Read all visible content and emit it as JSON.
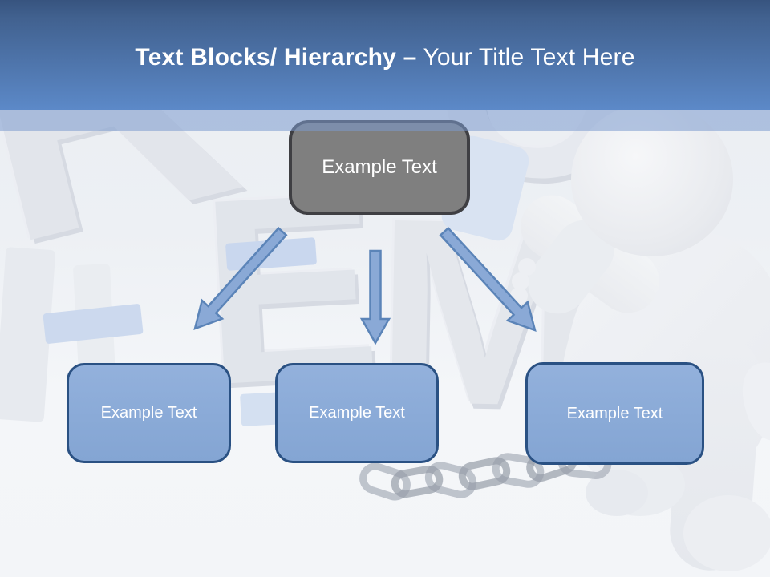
{
  "slide_title": {
    "primary": "Text Blocks/ Hierarchy –",
    "secondary": " Your Title Text Here"
  },
  "diagram": {
    "root": {
      "label": "Example Text"
    },
    "children": [
      {
        "label": "Example Text"
      },
      {
        "label": "Example Text"
      },
      {
        "label": "Example Text"
      }
    ]
  },
  "background": {
    "letters": [
      "R",
      "O",
      "E",
      "M"
    ]
  },
  "colors": {
    "header_top": "#37547f",
    "header_bottom": "#5c89c8",
    "header_band": "#7c9ace",
    "root_fill": "#7f7f7f",
    "root_border": "#3f3f43",
    "child_fill": "#8aaad7",
    "child_border": "#2a5183",
    "arrow_fill": "#8aa9d6",
    "arrow_stroke": "#5b84b8"
  }
}
